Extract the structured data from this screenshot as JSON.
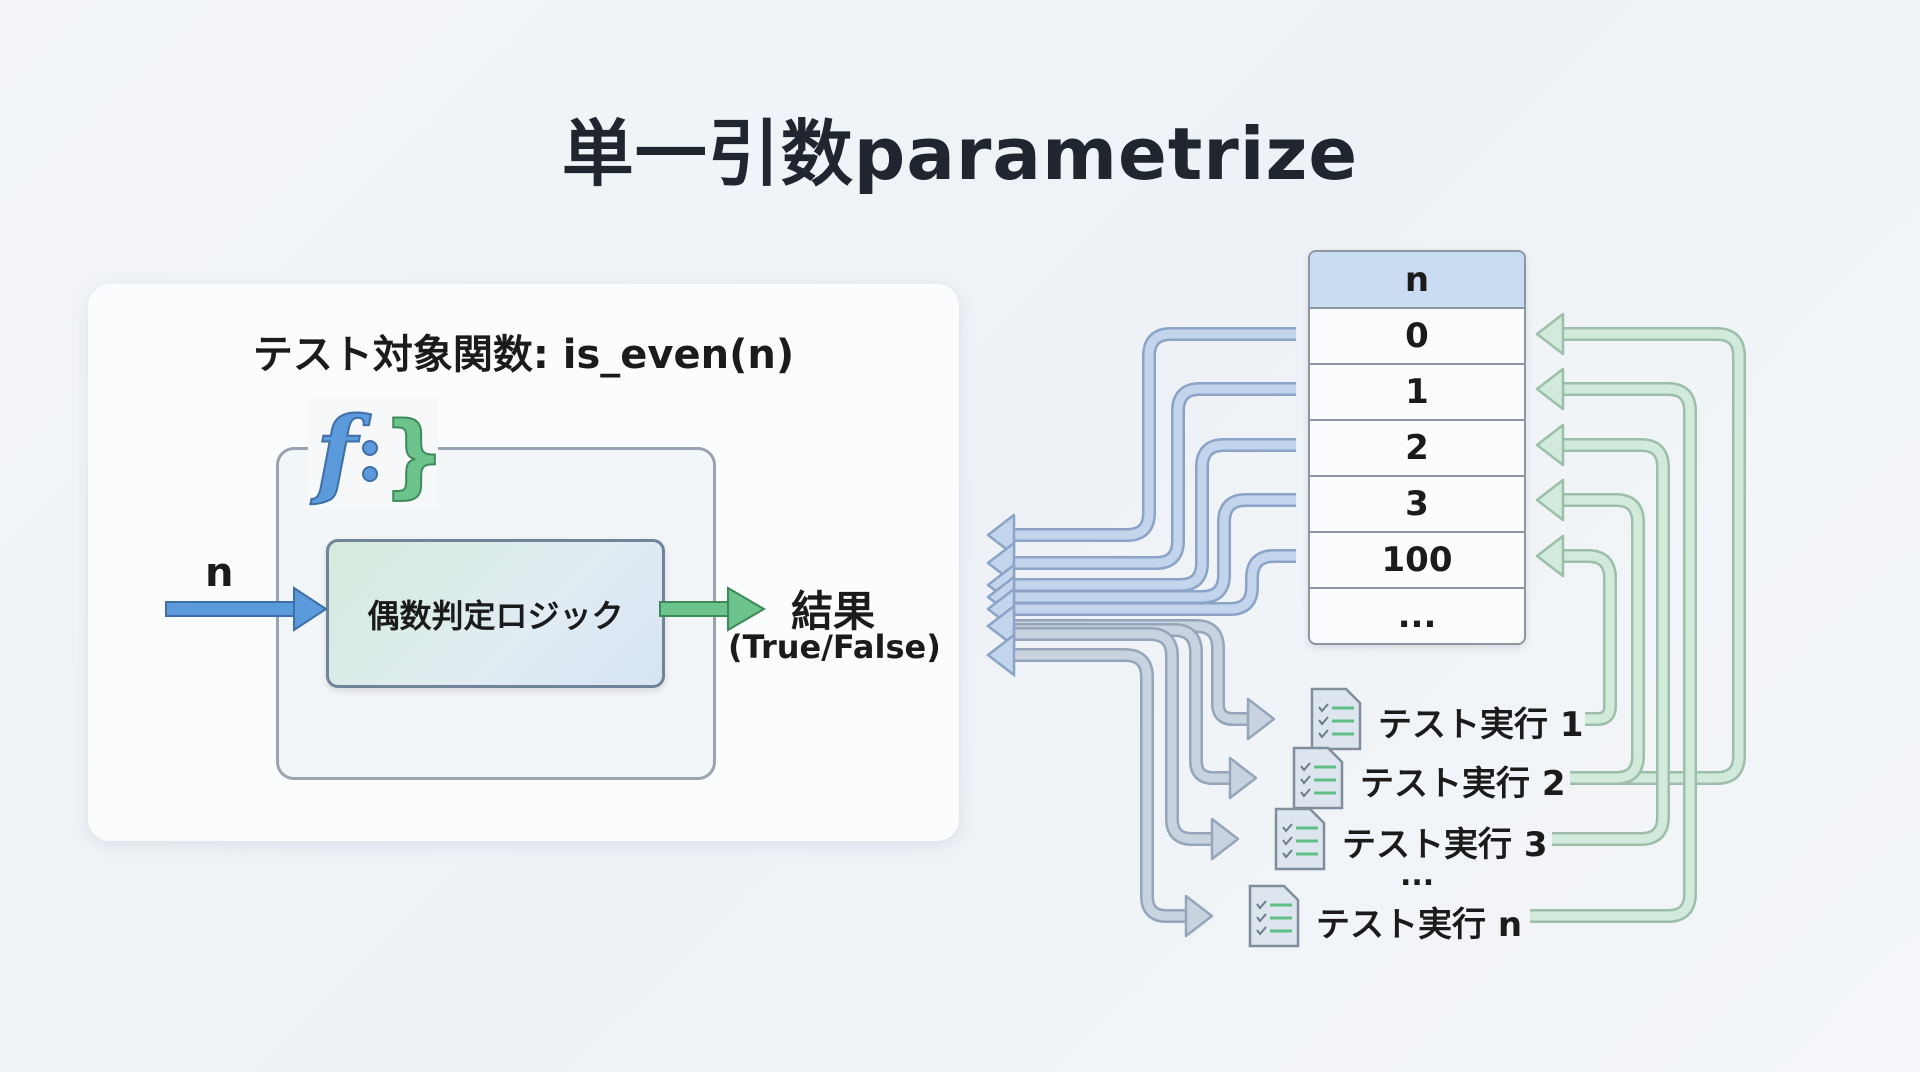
{
  "title": "単一引数parametrize",
  "function_panel": {
    "title": "テスト対象関数: is_even(n)",
    "icon": "function-braces-icon",
    "input_label": "n",
    "logic_label": "偶数判定ロジック",
    "result_label": "結果",
    "result_sub": "(True/False)"
  },
  "param_table": {
    "header": "n",
    "values": [
      "0",
      "1",
      "2",
      "3",
      "100",
      "..."
    ]
  },
  "test_runs": [
    {
      "label": "テスト実行 1"
    },
    {
      "label": "テスト実行 2"
    },
    {
      "label": "テスト実行 3"
    },
    {
      "label": "テスト実行 n"
    }
  ],
  "test_runs_ellipsis": "...",
  "colors": {
    "blue_pipe": "#c3d5ec",
    "blue_outline": "#8aa3c6",
    "green_pipe": "#d2eadb",
    "green_outline": "#9dbfa9",
    "input_arrow": "#5b9bdc",
    "output_arrow": "#6cc48c"
  }
}
